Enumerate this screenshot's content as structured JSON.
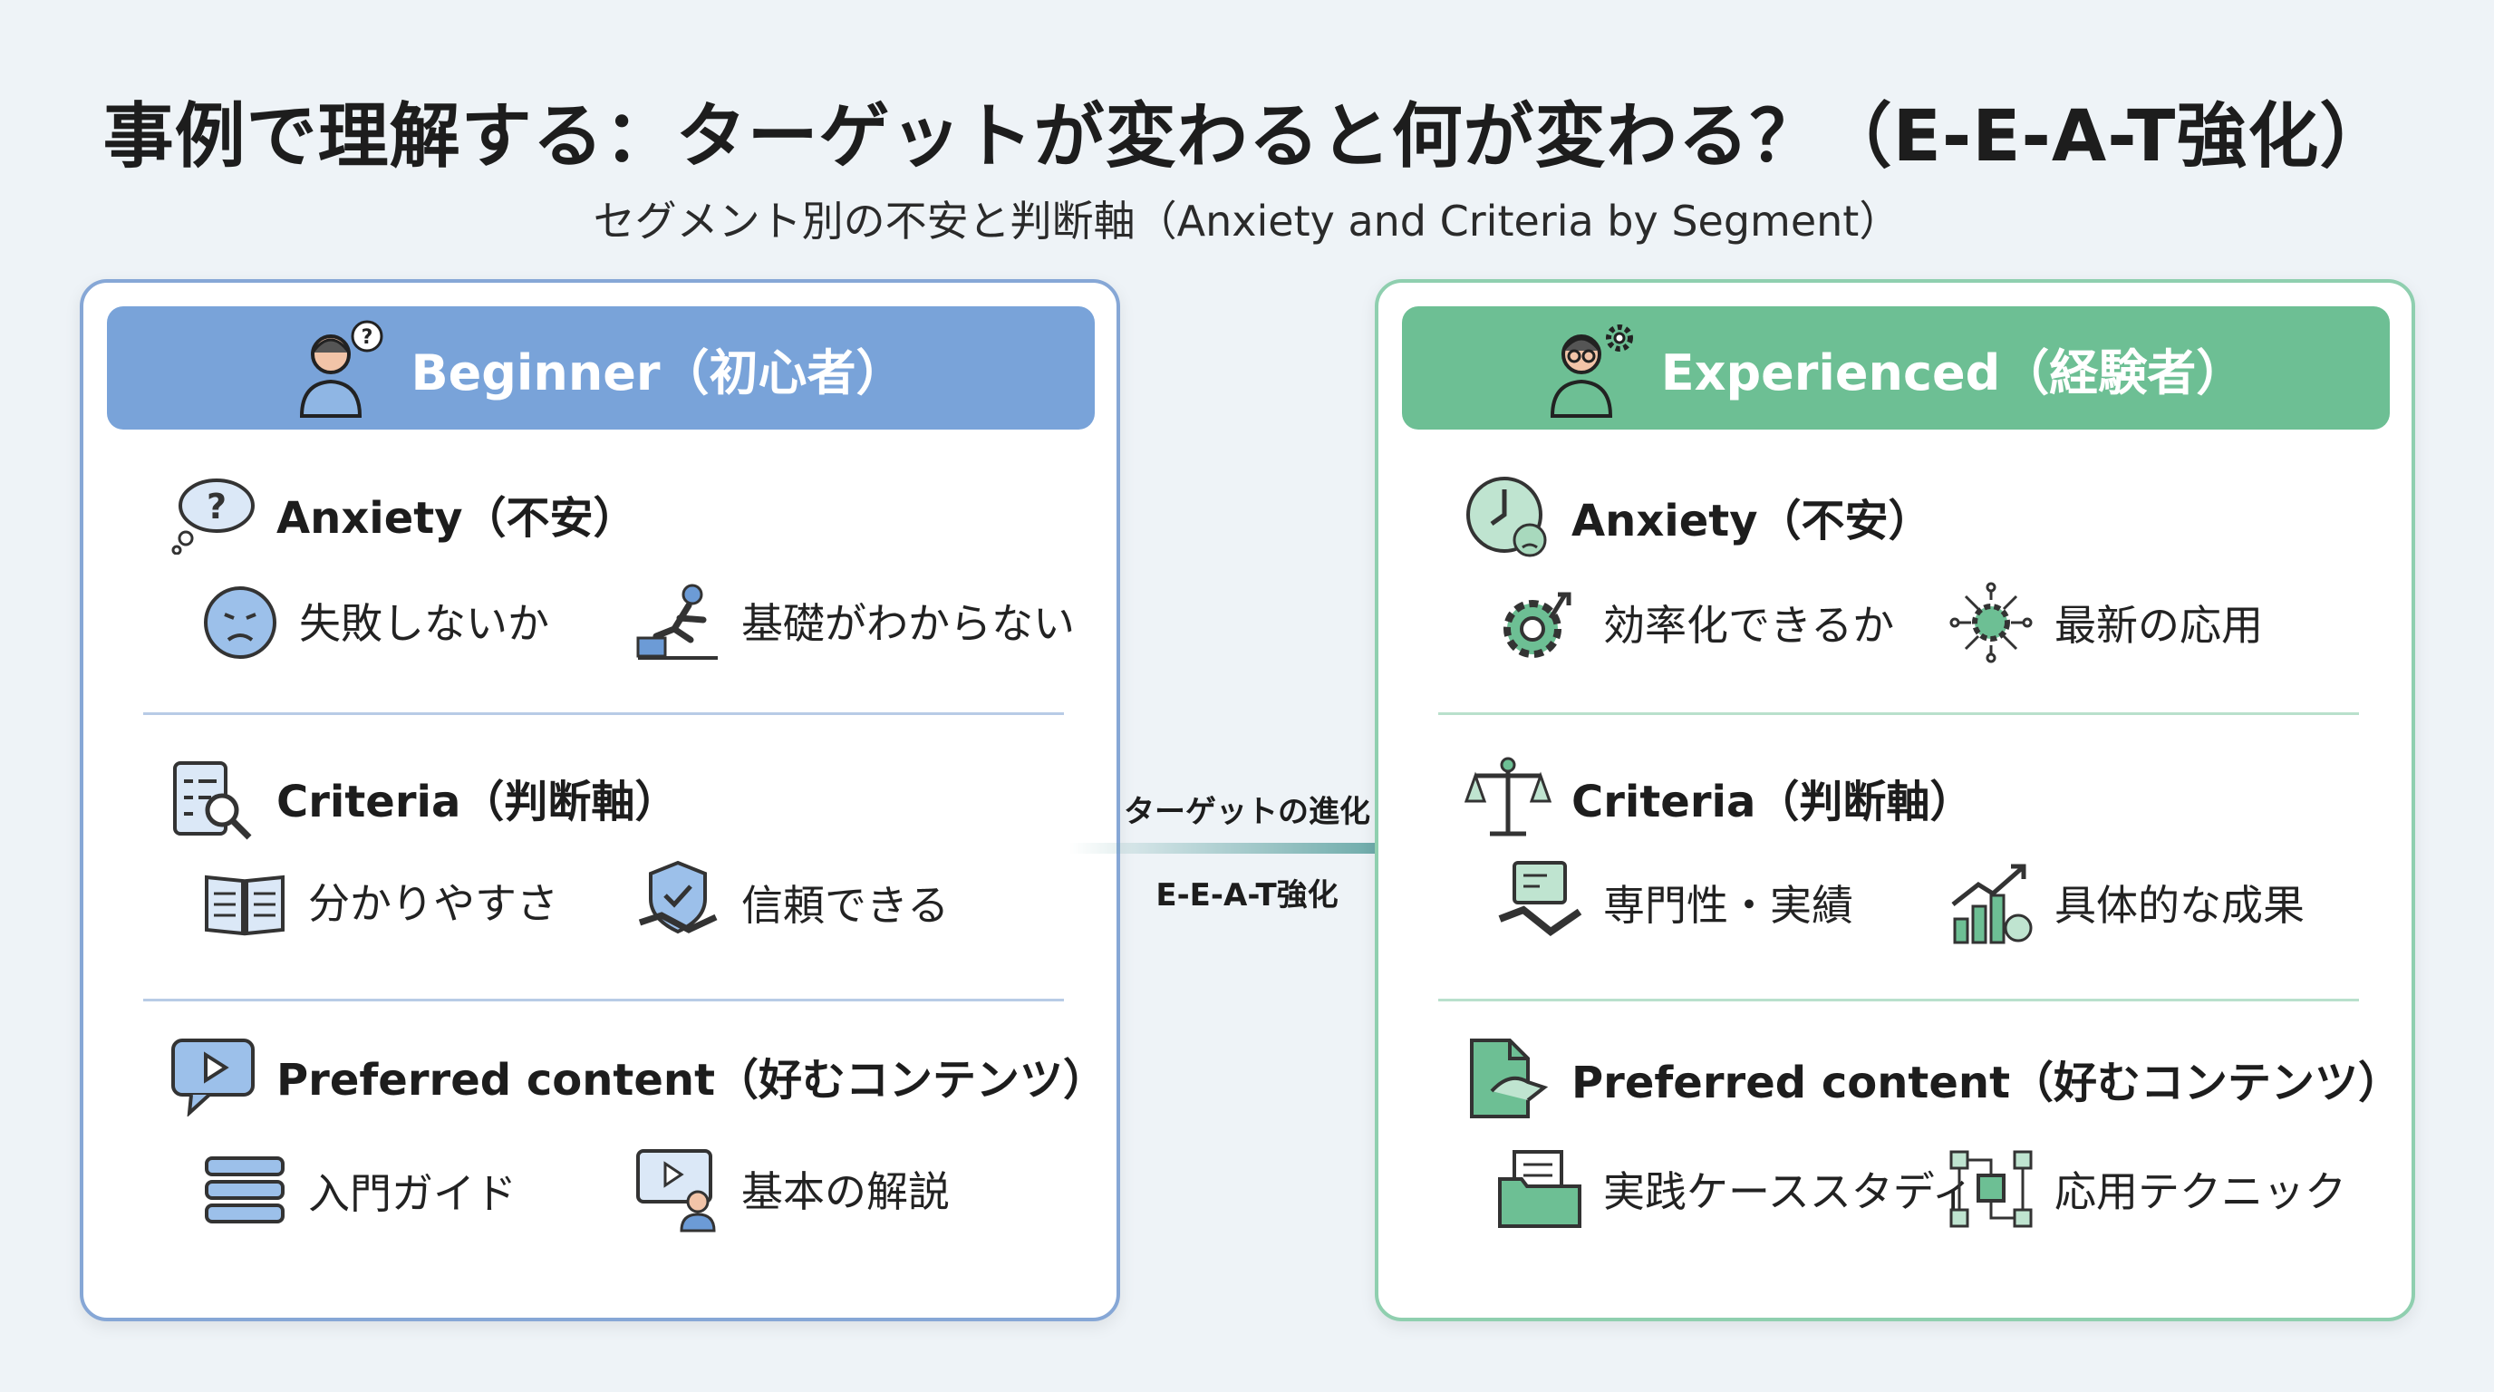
{
  "title": "事例で理解する：ターゲットが変わると何が変わる？（E-E-A-T強化）",
  "subtitle": "セグメント別の不安と判断軸（Anxiety and Criteria by Segment）",
  "colors": {
    "beginner": "#79a3d9",
    "experienced": "#6dbf94",
    "arrow": "#6aa9a8"
  },
  "arrow": {
    "top_label": "ターゲットの進化",
    "bottom_label": "E-E-A-T強化"
  },
  "beginner": {
    "header": "Beginner（初心者）",
    "header_icon": "person-question-icon",
    "sections": [
      {
        "heading": "Anxiety（不安）",
        "icon": "thought-question-icon",
        "items": [
          {
            "label": "失敗しないか",
            "icon": "worried-face-icon"
          },
          {
            "label": "基礎がわからない",
            "icon": "stumbling-person-icon"
          }
        ]
      },
      {
        "heading": "Criteria（判断軸）",
        "icon": "checklist-magnifier-icon",
        "items": [
          {
            "label": "分かりやすさ",
            "icon": "open-book-icon"
          },
          {
            "label": "信頼できる",
            "icon": "shield-handshake-icon"
          }
        ]
      },
      {
        "heading": "Preferred content（好むコンテンツ）",
        "icon": "video-bubble-icon",
        "items": [
          {
            "label": "入門ガイド",
            "icon": "book-stack-icon"
          },
          {
            "label": "基本の解説",
            "icon": "video-lesson-icon"
          }
        ]
      }
    ]
  },
  "experienced": {
    "header": "Experienced（経験者）",
    "header_icon": "person-gear-icon",
    "sections": [
      {
        "heading": "Anxiety（不安）",
        "icon": "clock-face-icon",
        "items": [
          {
            "label": "効率化できるか",
            "icon": "gear-growth-icon"
          },
          {
            "label": "最新の応用",
            "icon": "network-gear-icon"
          }
        ]
      },
      {
        "heading": "Criteria（判断軸）",
        "icon": "scales-icon",
        "items": [
          {
            "label": "専門性・実績",
            "icon": "certificate-handshake-icon"
          },
          {
            "label": "具体的な成果",
            "icon": "growth-chart-icon"
          }
        ]
      },
      {
        "heading": "Preferred content（好むコンテンツ）",
        "icon": "document-arrow-icon",
        "items": [
          {
            "label": "実践ケーススタディ",
            "icon": "folder-document-icon"
          },
          {
            "label": "応用テクニック",
            "icon": "workflow-icon"
          }
        ]
      }
    ]
  }
}
